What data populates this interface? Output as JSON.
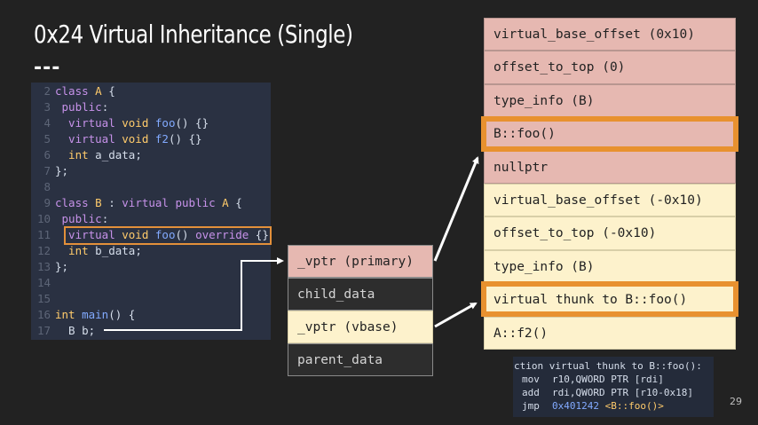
{
  "slide": {
    "title": "0x24  Virtual Inheritance (Single)",
    "separator": "---",
    "page_number": "29"
  },
  "code": {
    "lines": [
      {
        "num": "2",
        "text": "class A {"
      },
      {
        "num": "3",
        "text": " public:"
      },
      {
        "num": "4",
        "text": "  virtual void foo() {}"
      },
      {
        "num": "5",
        "text": "  virtual void f2() {}"
      },
      {
        "num": "6",
        "text": "  int a_data;"
      },
      {
        "num": "7",
        "text": "};"
      },
      {
        "num": "8",
        "text": ""
      },
      {
        "num": "9",
        "text": "class B : virtual public A {"
      },
      {
        "num": "10",
        "text": " public:"
      },
      {
        "num": "11",
        "text": "  virtual void foo() override {}"
      },
      {
        "num": "12",
        "text": "  int b_data;"
      },
      {
        "num": "13",
        "text": "};"
      },
      {
        "num": "14",
        "text": ""
      },
      {
        "num": "15",
        "text": ""
      },
      {
        "num": "16",
        "text": "int main() {"
      },
      {
        "num": "17",
        "text": "  B b;"
      }
    ]
  },
  "object_layout": {
    "cells": [
      "_vptr (primary)",
      "child_data",
      "_vptr (vbase)",
      "parent_data"
    ]
  },
  "vtable": {
    "cells": [
      "virtual_base_offset (0x10)",
      "offset_to_top (0)",
      "type_info (B)",
      "B::foo()",
      "nullptr",
      "virtual_base_offset (-0x10)",
      "offset_to_top (-0x10)",
      "type_info (B)",
      "virtual thunk to B::foo()",
      "A::f2()"
    ]
  },
  "asm": {
    "header": "ction virtual thunk to B::foo():",
    "lines": [
      {
        "op": "mov",
        "args": "r10,QWORD PTR [rdi]"
      },
      {
        "op": "add",
        "args": "rdi,QWORD PTR [r10-0x18]"
      },
      {
        "op": "jmp",
        "addr": "0x401242",
        "sym": "<B::foo()>"
      }
    ]
  },
  "colors": {
    "background": "#222222",
    "code_bg": "#2a3142",
    "highlight_orange": "#e8912f",
    "vtable_primary": "#e6b8b1",
    "vtable_secondary": "#fdf2cc"
  }
}
